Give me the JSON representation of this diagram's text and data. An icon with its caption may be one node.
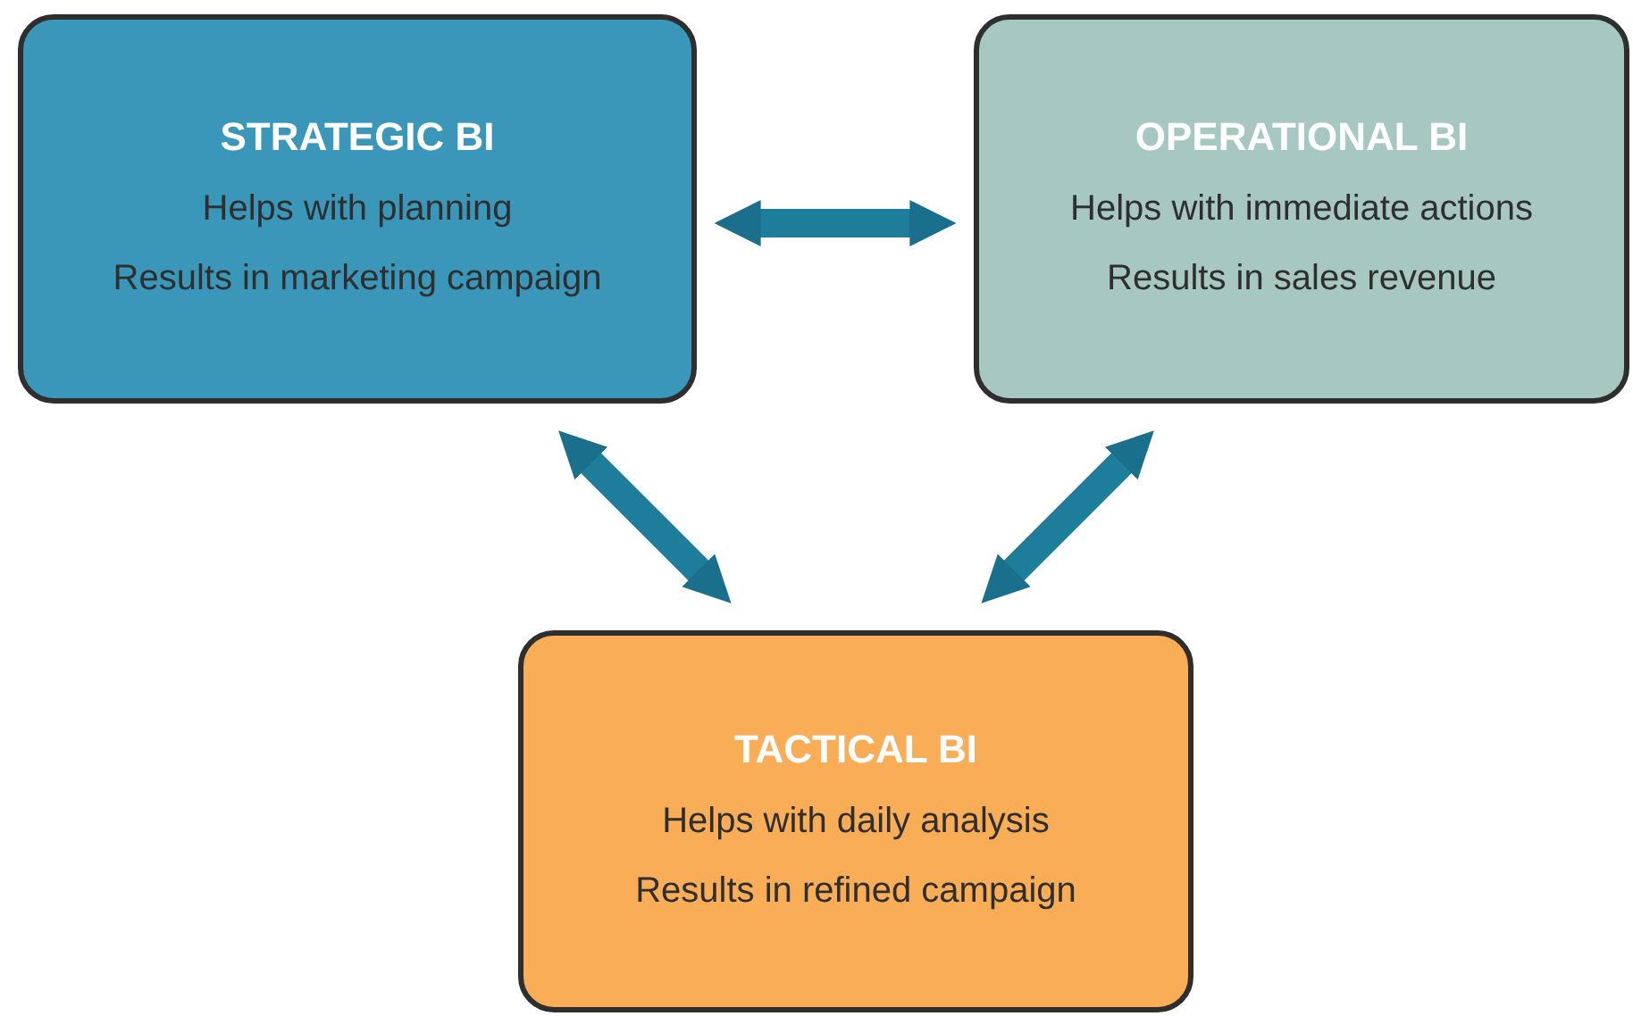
{
  "diagram": {
    "nodes": [
      {
        "text": [
          "STRATEGIC BI",
          "Helps with planning",
          "Results in marketing campaign"
        ]
      },
      {
        "text": [
          "OPERATIONAL BI",
          "Helps with immediate actions",
          "Results in sales revenue"
        ]
      },
      {
        "text": [
          "TACTICAL BI",
          "Helps with daily analysis",
          "Results in refined campaign"
        ]
      }
    ],
    "edges": [
      {
        "from": 0,
        "to": 1,
        "arrow": "both"
      },
      {
        "from": 0,
        "to": 2,
        "arrow": "both"
      },
      {
        "from": 1,
        "to": 2,
        "arrow": "both"
      }
    ]
  }
}
